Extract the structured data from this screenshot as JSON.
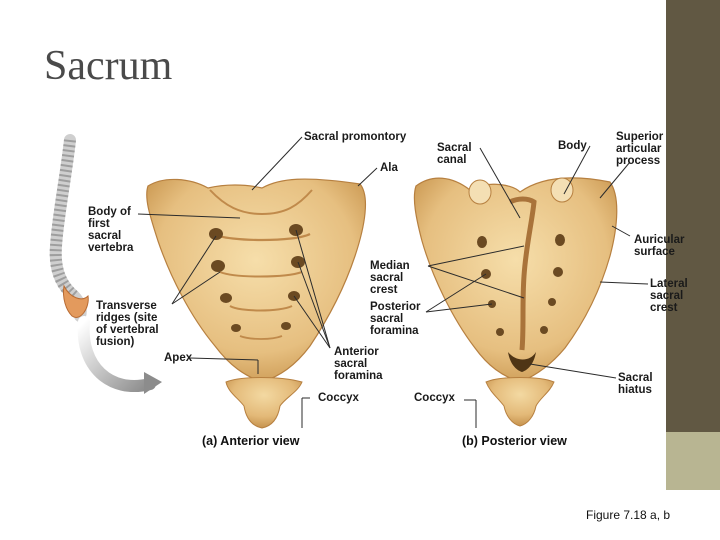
{
  "slide": {
    "title": "Sacrum",
    "figure_ref": "Figure 7.18 a, b"
  },
  "diagram": {
    "anterior": {
      "caption": "(a) Anterior view",
      "labels": {
        "body_first": "Body of\nfirst\nsacral\nvertebra",
        "transverse": "Transverse\nridges (site\nof vertebral\nfusion)",
        "apex": "Apex",
        "coccyx": "Coccyx",
        "sacral_promontory": "Sacral promontory",
        "ala": "Ala",
        "anterior_foramina": "Anterior\nsacral\nforamina"
      }
    },
    "posterior": {
      "caption": "(b) Posterior view",
      "labels": {
        "sacral_canal": "Sacral\ncanal",
        "body": "Body",
        "superior_articular": "Superior\narticular\nprocess",
        "median_crest": "Median\nsacral\ncrest",
        "posterior_foramina": "Posterior\nsacral\nforamina",
        "auricular": "Auricular\nsurface",
        "lateral_crest": "Lateral\nsacral\ncrest",
        "coccyx": "Coccyx",
        "hiatus": "Sacral\nhiatus"
      }
    }
  },
  "colors": {
    "sidebar_dark": "#615843",
    "sidebar_light": "#b8b592",
    "bone": "#e9c68a",
    "bone_shadow": "#c9964f",
    "spine": "#dcdcdc",
    "arrow": "#9a9a9a"
  }
}
